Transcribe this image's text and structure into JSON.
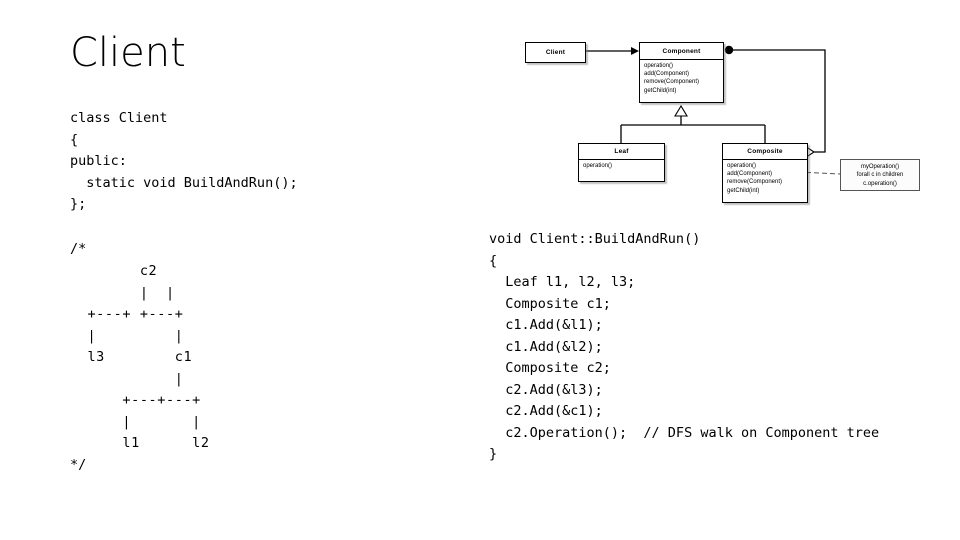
{
  "slide": {
    "title": "Client",
    "background_color": "#ffffff",
    "text_color": "#000000"
  },
  "left": {
    "class_declaration": "class Client\n{\npublic:\n  static void BuildAndRun();\n};",
    "comment_open": "/*",
    "comment_close": "*/",
    "ascii_tree": "        c2\n        |  |\n  +---+ +---+\n  |         |\n  l3        c1\n            |\n      +---+---+\n      |       |\n      l1      l2"
  },
  "right": {
    "implementation_code": "void Client::BuildAndRun()\n{\n  Leaf l1, l2, l3;\n  Composite c1;\n  c1.Add(&l1);\n  c1.Add(&l2);\n  Composite c2;\n  c2.Add(&l3);\n  c2.Add(&c1);\n  c2.Operation();  // DFS walk on Component tree\n}"
  },
  "uml": {
    "client_box": {
      "title": "Client"
    },
    "component_box": {
      "title": "Component",
      "members": "operation()\nadd(Component)\nremove(Component)\ngetChild(int)"
    },
    "leaf_box": {
      "title": "Leaf",
      "members": "operation()"
    },
    "composite_box": {
      "title": "Composite",
      "members": "operation()\nadd(Component)\nremove(Component)\ngetChild(int)"
    },
    "note": "myOperation()\nforall c in children\nc.operation()"
  }
}
